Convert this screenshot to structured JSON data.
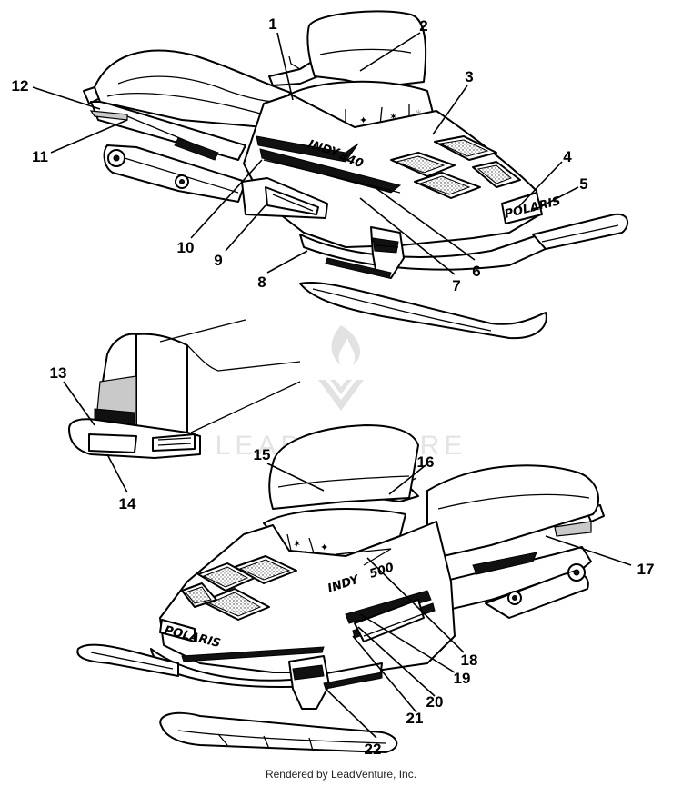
{
  "watermark": {
    "text": "LEADVENTURE"
  },
  "decal_text": {
    "model": "INDY",
    "model_number": "440",
    "brand": "POLARIS",
    "bottom_model_number": "500"
  },
  "callouts": [
    "1",
    "2",
    "3",
    "4",
    "5",
    "6",
    "7",
    "8",
    "9",
    "10",
    "11",
    "12",
    "13",
    "14",
    "15",
    "16",
    "17",
    "18",
    "19",
    "20",
    "21",
    "22"
  ],
  "footer": {
    "text": "Rendered by LeadVenture, Inc."
  }
}
